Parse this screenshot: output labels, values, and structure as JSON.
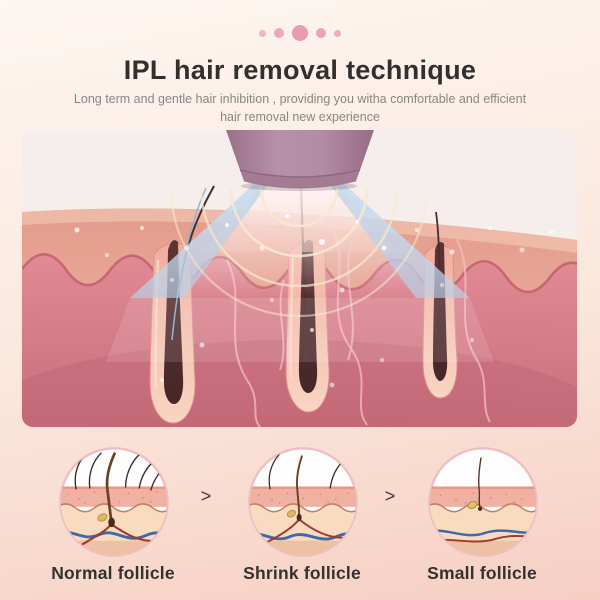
{
  "header": {
    "title": "IPL hair removal technique",
    "subtitle_line1": "Long term and gentle hair inhibition , providing you witha comfortable and efficient",
    "subtitle_line2": "hair removal new experience"
  },
  "stages": {
    "separator": ">",
    "items": [
      {
        "label": "Normal follicle"
      },
      {
        "label": "Shrink follicle"
      },
      {
        "label": "Small follicle"
      }
    ]
  },
  "colors": {
    "accent_pink": "#e79cb1",
    "device_mauve": "#ab86a0",
    "beam_blue": "#b9d0e8",
    "skin_light": "#f0b4a2",
    "skin_deep": "#cf6f7c",
    "hair_brown": "#5a3331",
    "vessel_red": "#a63c30",
    "vessel_blue": "#3f6cac",
    "gland_yellow": "#ddb767",
    "circle_border": "#edbfc4",
    "title_text": "#32302f",
    "subtitle_text": "#8b8684",
    "label_text": "#343230",
    "separator_text": "#3f3b39",
    "bg_top": "#fdf6f1",
    "bg_bottom": "#f6cfc3"
  }
}
